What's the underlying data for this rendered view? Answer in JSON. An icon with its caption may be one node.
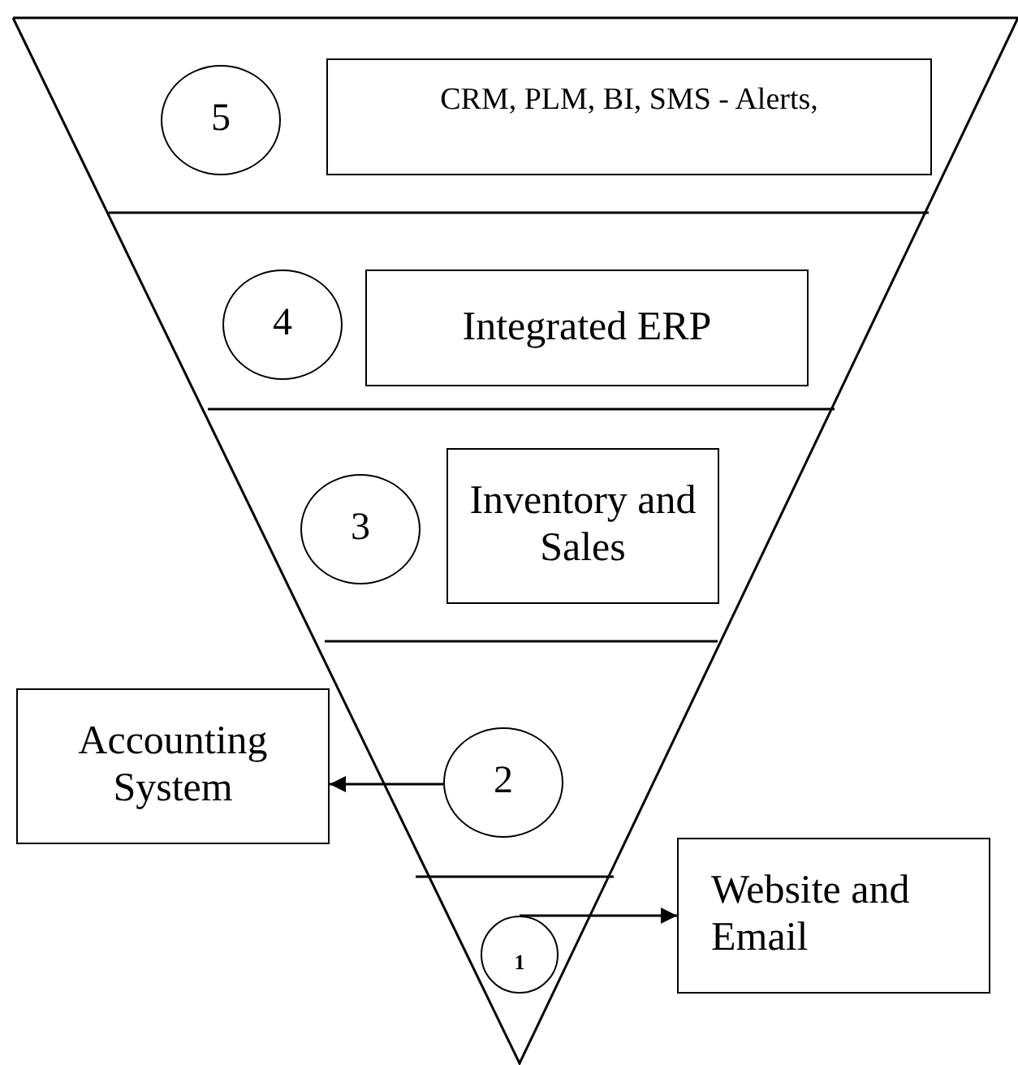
{
  "diagram": {
    "nodes": [
      {
        "text": [
          "5"
        ]
      },
      {
        "text": [
          "CRM, PLM, BI, SMS - Alerts,"
        ]
      },
      {
        "text": [
          "4"
        ]
      },
      {
        "text": [
          "Integrated ERP"
        ]
      },
      {
        "text": [
          "3"
        ]
      },
      {
        "text": [
          "Inventory and Sales"
        ]
      },
      {
        "text": [
          "Accounting System"
        ]
      },
      {
        "text": [
          "2"
        ]
      },
      {
        "text": [
          "1"
        ]
      },
      {
        "text": [
          "Website and Email"
        ]
      }
    ],
    "edges": [
      {
        "from": 7,
        "to": 6,
        "arrow": "to"
      },
      {
        "from": 8,
        "to": 9,
        "arrow": "to"
      }
    ]
  }
}
